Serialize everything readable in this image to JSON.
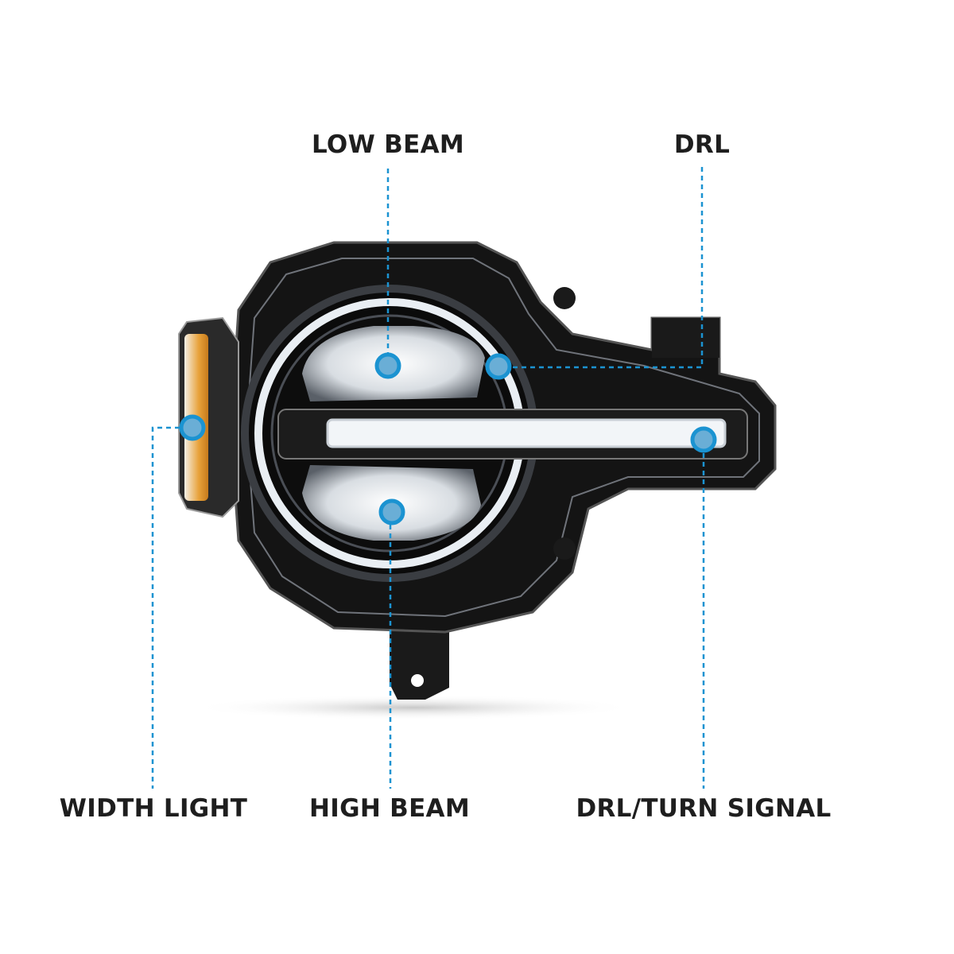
{
  "colors": {
    "accent": "#1b93d1",
    "dot_fill": "#6aaed6",
    "text": "#1e1e1e",
    "housing": "#111111",
    "amber": "#e8a23a"
  },
  "callouts": [
    {
      "id": "low-beam",
      "label": "LOW BEAM"
    },
    {
      "id": "drl",
      "label": "DRL"
    },
    {
      "id": "width-light",
      "label": "WIDTH LIGHT"
    },
    {
      "id": "high-beam",
      "label": "HIGH BEAM"
    },
    {
      "id": "drl-turn-signal",
      "label": "DRL/TURN SIGNAL"
    }
  ]
}
